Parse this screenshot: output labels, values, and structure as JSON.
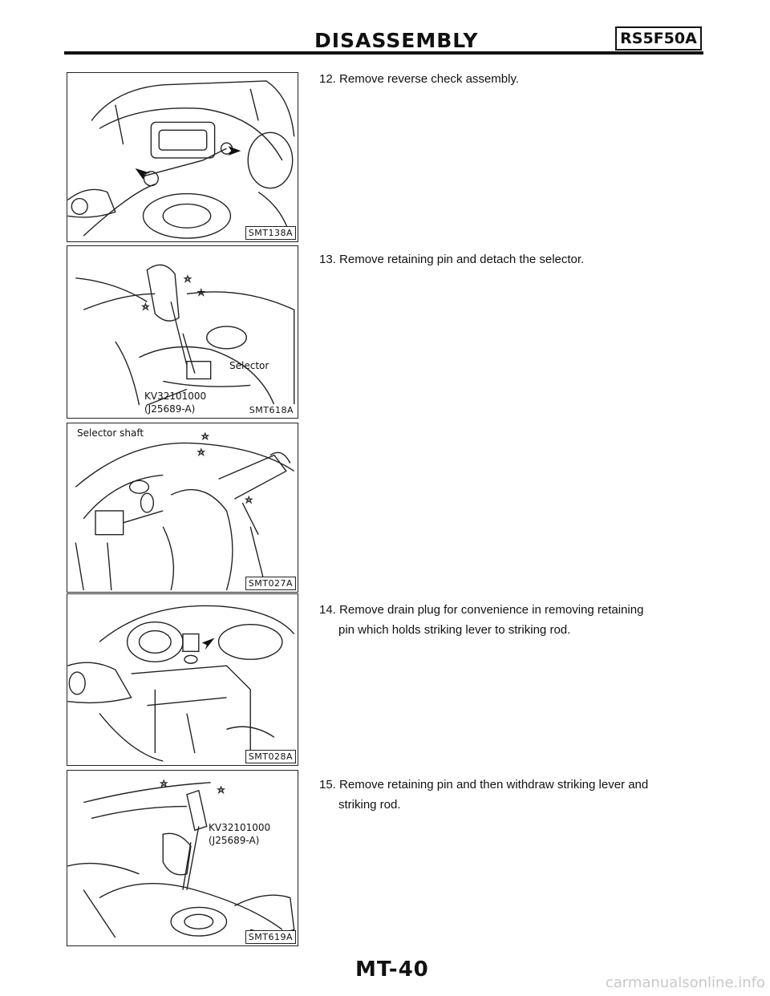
{
  "header": {
    "title": "DISASSEMBLY",
    "model": "RS5F50A"
  },
  "figures": [
    {
      "code": "SMT138A",
      "callouts": []
    },
    {
      "code": "SMT618A",
      "callouts": [
        "Selector",
        "KV32101000",
        "(J25689-A)"
      ]
    },
    {
      "code": "SMT027A",
      "callouts": [
        "Selector shaft"
      ]
    },
    {
      "code": "SMT028A",
      "callouts": []
    },
    {
      "code": "SMT619A",
      "callouts": [
        "KV32101000",
        "(J25689-A)"
      ]
    }
  ],
  "steps": [
    {
      "number": "12.",
      "text": "Remove reverse check assembly."
    },
    {
      "number": "13.",
      "text": "Remove retaining pin and detach the selector."
    },
    {
      "number": "14.",
      "text": "Remove drain plug for convenience in removing retaining",
      "text2": "pin which holds striking lever to striking rod."
    },
    {
      "number": "15.",
      "text": "Remove retaining pin and then withdraw striking lever and",
      "text2": "striking rod."
    }
  ],
  "footer": {
    "page": "MT-40",
    "watermark": "carmanualsonline.info"
  }
}
